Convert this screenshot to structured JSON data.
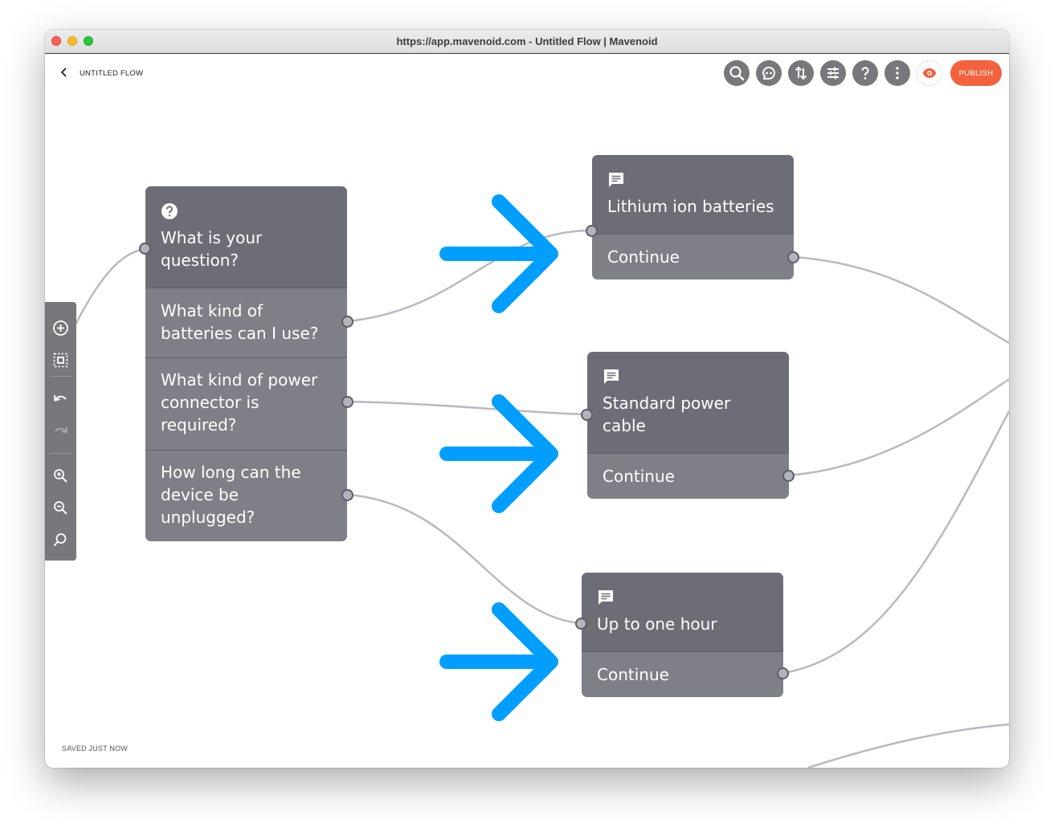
{
  "window": {
    "title": "https://app.mavenoid.com - Untitled Flow | Mavenoid"
  },
  "header": {
    "flow_title": "UNTITLED FLOW",
    "toolbar_icons": [
      "search-icon",
      "chat-bot-icon",
      "sort-icon",
      "sliders-icon",
      "help-icon",
      "more-vertical-icon",
      "eye-icon"
    ],
    "publish_label": "PUBLISH"
  },
  "sidebar": {
    "icons": [
      "add-node-icon",
      "select-icon",
      "undo-icon",
      "redo-icon",
      "zoom-in-icon",
      "zoom-out-icon",
      "zoom-reset-icon"
    ]
  },
  "question_node": {
    "icon": "question-icon",
    "title_lines": [
      "What is your",
      "question?"
    ],
    "options": [
      {
        "lines": [
          "What kind of",
          "batteries can I use?"
        ]
      },
      {
        "lines": [
          "What kind of power",
          "connector is",
          "required?"
        ]
      },
      {
        "lines": [
          "How long can the",
          "device be",
          "unplugged?"
        ]
      }
    ]
  },
  "answer_nodes": [
    {
      "icon": "message-icon",
      "title_lines": [
        "Lithium ion batteries"
      ],
      "continue_label": "Continue"
    },
    {
      "icon": "message-icon",
      "title_lines": [
        "Standard power",
        "cable"
      ],
      "continue_label": "Continue"
    },
    {
      "icon": "message-icon",
      "title_lines": [
        "Up to one hour"
      ],
      "continue_label": "Continue"
    }
  ],
  "status": {
    "saved_text": "SAVED JUST NOW"
  },
  "colors": {
    "node_bg": "#77777c",
    "publish": "#f2623f",
    "annotation_arrow": "#009fff",
    "wire": "#b9b9c0"
  }
}
